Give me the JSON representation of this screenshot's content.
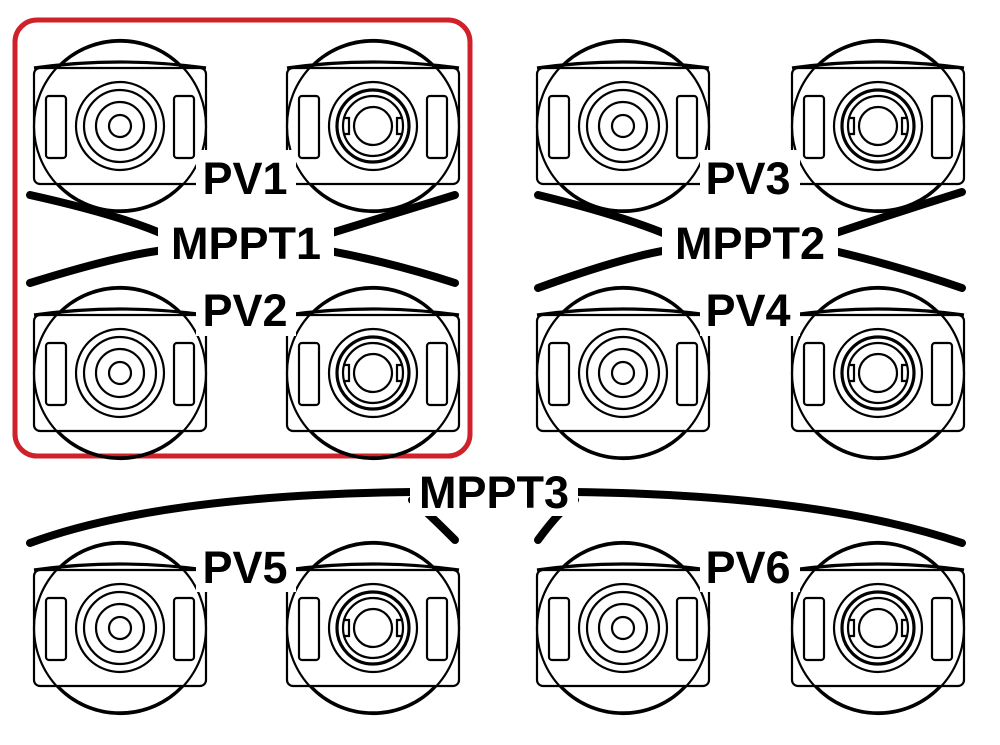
{
  "highlight_color": "#d0202a",
  "groups": [
    {
      "mppt": "MPPT1",
      "strings": [
        "PV1",
        "PV2"
      ],
      "highlighted": true
    },
    {
      "mppt": "MPPT2",
      "strings": [
        "PV3",
        "PV4"
      ],
      "highlighted": false
    },
    {
      "mppt": "MPPT3",
      "strings": [
        "PV5",
        "PV6"
      ],
      "highlighted": false
    }
  ],
  "connector_types": [
    "plus-connector-icon",
    "minus-connector-icon"
  ]
}
